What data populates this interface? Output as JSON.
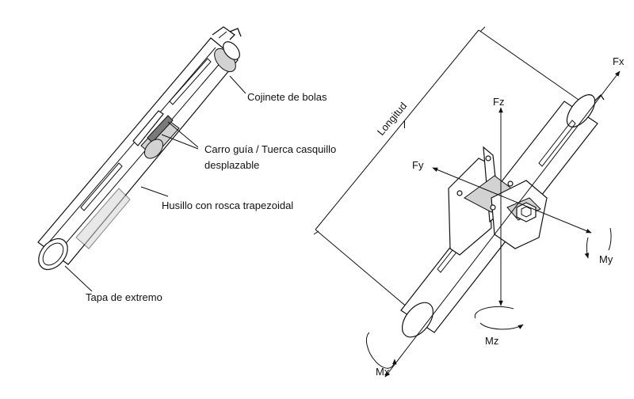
{
  "left_view": {
    "labels": {
      "ball_bearing": "Cojinete de bolas",
      "carriage_line1": "Carro guía / Tuerca casquillo",
      "carriage_line2": "desplazable",
      "spindle": "Husillo con rosca trapezoidal",
      "end_cap": "Tapa de extremo"
    }
  },
  "right_view": {
    "length_label": "Longitud",
    "length_symbol": "l",
    "forces": {
      "fx": "Fx",
      "fy": "Fy",
      "fz": "Fz"
    },
    "moments": {
      "mx": "Mx",
      "my": "My",
      "mz": "Mz"
    }
  }
}
